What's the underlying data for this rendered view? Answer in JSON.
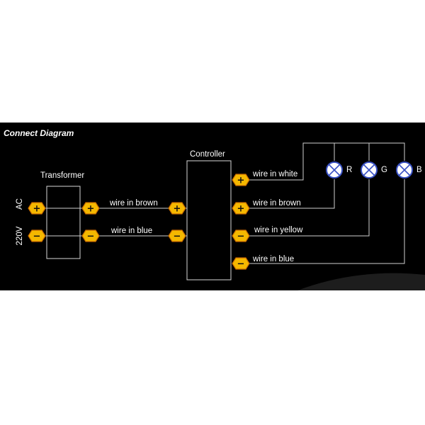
{
  "title": "Connect Diagram",
  "source": {
    "label_ac": "AC",
    "label_voltage": "220V"
  },
  "transformer": {
    "label": "Transformer"
  },
  "controller": {
    "label": "Controller"
  },
  "wires": {
    "input_positive": "wire in brown",
    "input_negative": "wire in blue",
    "out_white": "wire in white",
    "out_brown": "wire in brown",
    "out_yellow": "wire in yellow",
    "out_blue": "wire in blue"
  },
  "terminals": {
    "positive": "+",
    "negative": "−"
  },
  "lamps": [
    "R",
    "G",
    "B"
  ],
  "colors": {
    "background": "#000000",
    "terminal_fill": "#f5b800",
    "terminal_border": "#c96a00",
    "lamp_fill": "#ffffff",
    "lamp_border": "#3a52c4",
    "line": "#cfcfcf",
    "box_border": "#d8d8d8"
  }
}
